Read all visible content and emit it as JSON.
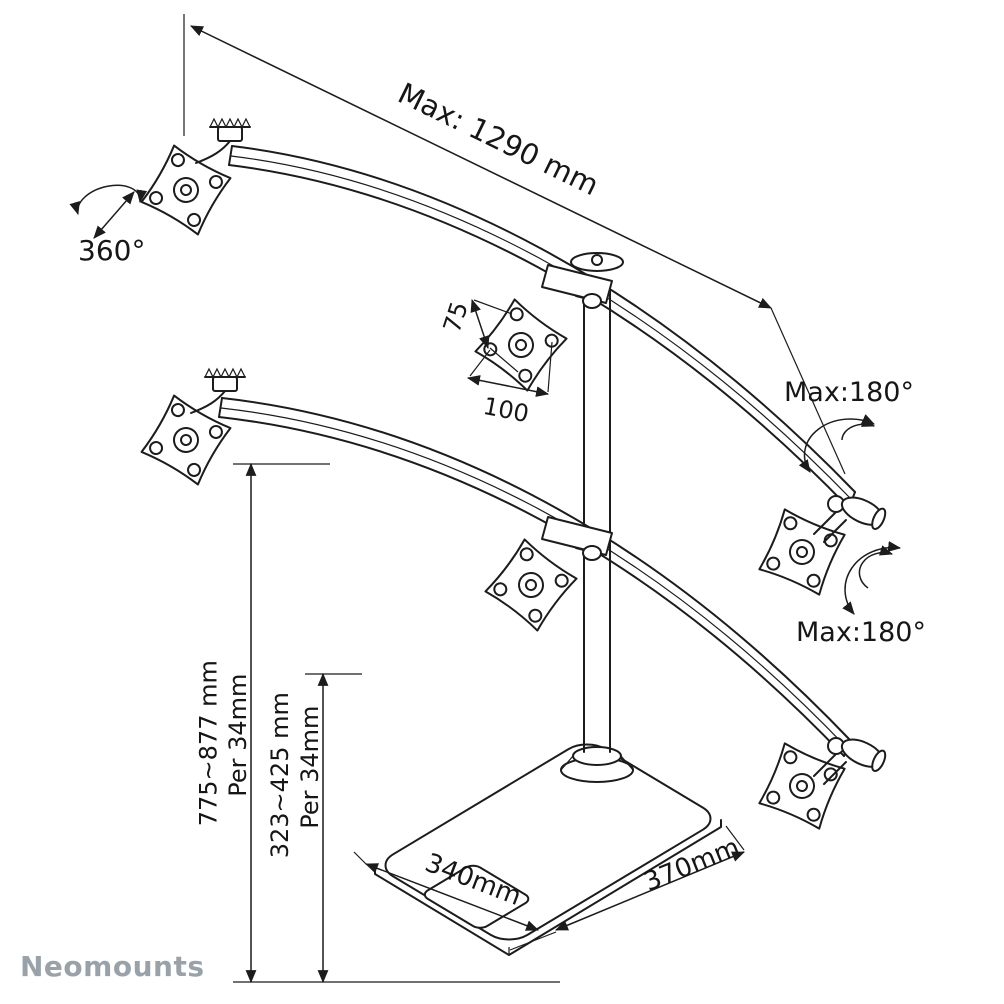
{
  "brand": "Neomounts",
  "colors": {
    "line": "#1c1c1c",
    "brand_text": "#9aa2a9",
    "background": "#ffffff"
  },
  "labels": {
    "max_width": "Max: 1290 mm",
    "rotation": "360°",
    "vesa_spacing_75": "75",
    "vesa_spacing_100": "100",
    "tilt_top": "Max:180°",
    "tilt_bottom": "Max:180°",
    "height_full_range": "775~877 mm",
    "height_full_step": "Per 34mm",
    "height_lower_range": "323~425 mm",
    "height_lower_step": "Per 34mm",
    "base_depth": "340mm",
    "base_width": "370mm"
  }
}
